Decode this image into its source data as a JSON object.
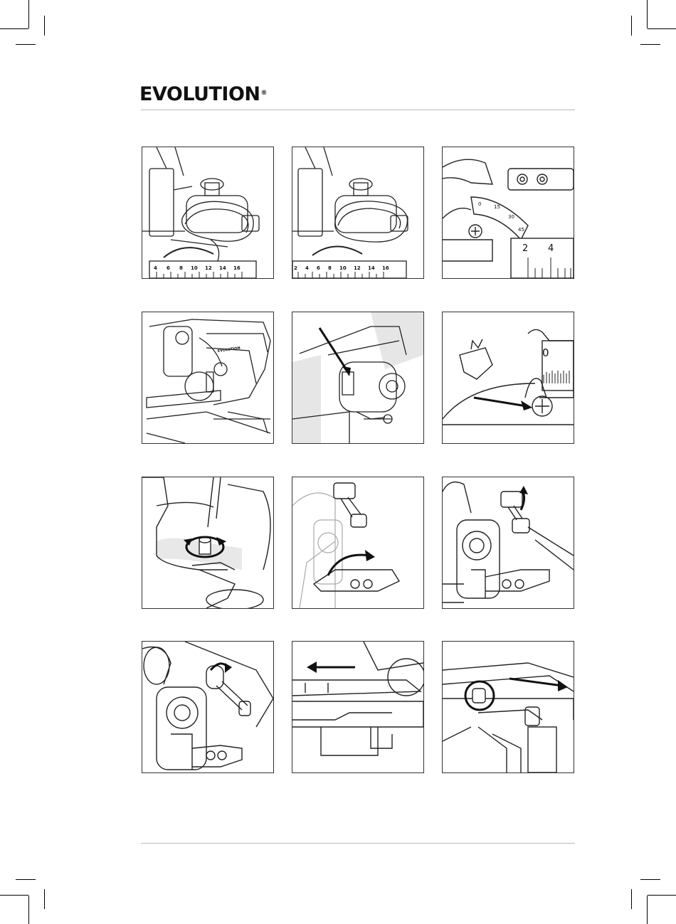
{
  "brand": {
    "name": "EVOLUTION",
    "mark": "®"
  },
  "figures": [
    {
      "id": 1,
      "scale_labels": [
        "4",
        "6",
        "8",
        "10",
        "12",
        "14",
        "16"
      ]
    },
    {
      "id": 2,
      "scale_labels": [
        "2",
        "4",
        "6",
        "8",
        "10",
        "12",
        "14",
        "16"
      ]
    },
    {
      "id": 3,
      "scale_labels": [
        "0",
        "15",
        "30",
        "45",
        "2",
        "4"
      ]
    },
    {
      "id": 4,
      "label": "EVOLUTION"
    },
    {
      "id": 5
    },
    {
      "id": 6,
      "scale_labels": [
        "0"
      ]
    },
    {
      "id": 7
    },
    {
      "id": 8
    },
    {
      "id": 9
    },
    {
      "id": 10
    },
    {
      "id": 11
    },
    {
      "id": 12
    }
  ]
}
